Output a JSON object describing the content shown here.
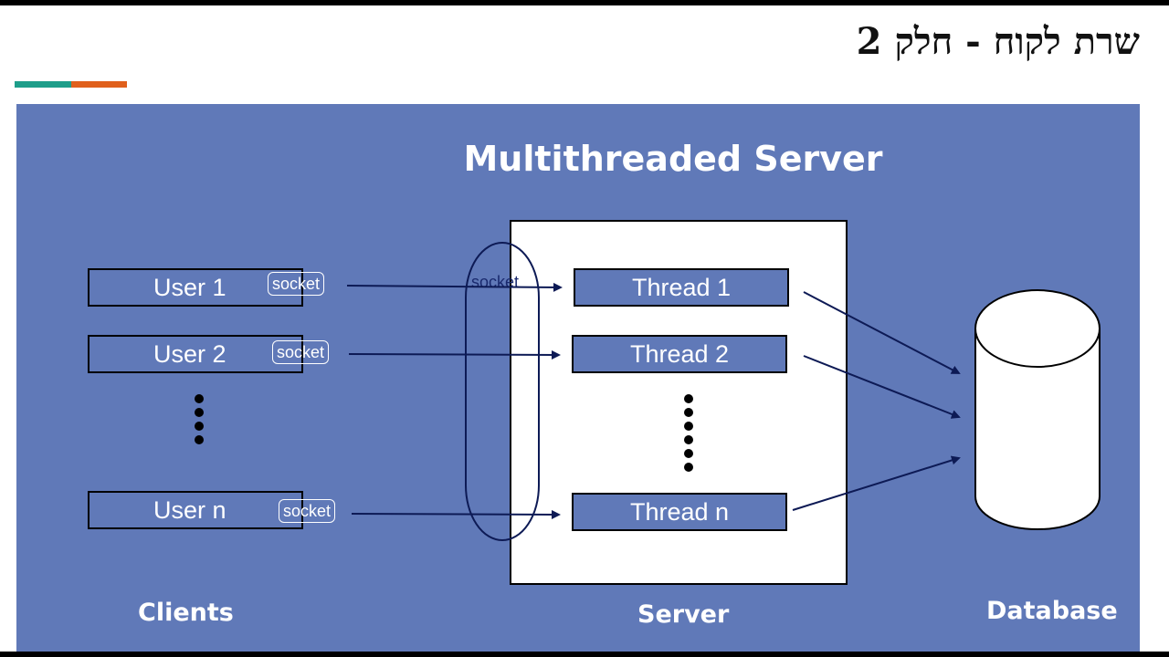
{
  "slide": {
    "title": "שרת לקוח - חלק 2"
  },
  "colors": {
    "panel": "#6079b8",
    "accent_teal": "#1e9e8a",
    "accent_orange": "#e0601c",
    "arrow": "#0d1a55"
  },
  "diagram": {
    "title": "Multithreaded Server",
    "users": [
      "User 1",
      "User 2",
      "User n"
    ],
    "threads": [
      "Thread 1",
      "Thread 2",
      "Thread n"
    ],
    "socket_label": "socket",
    "server_socket_label": "socket",
    "sections": {
      "clients": "Clients",
      "server": "Server",
      "database": "Database"
    }
  }
}
